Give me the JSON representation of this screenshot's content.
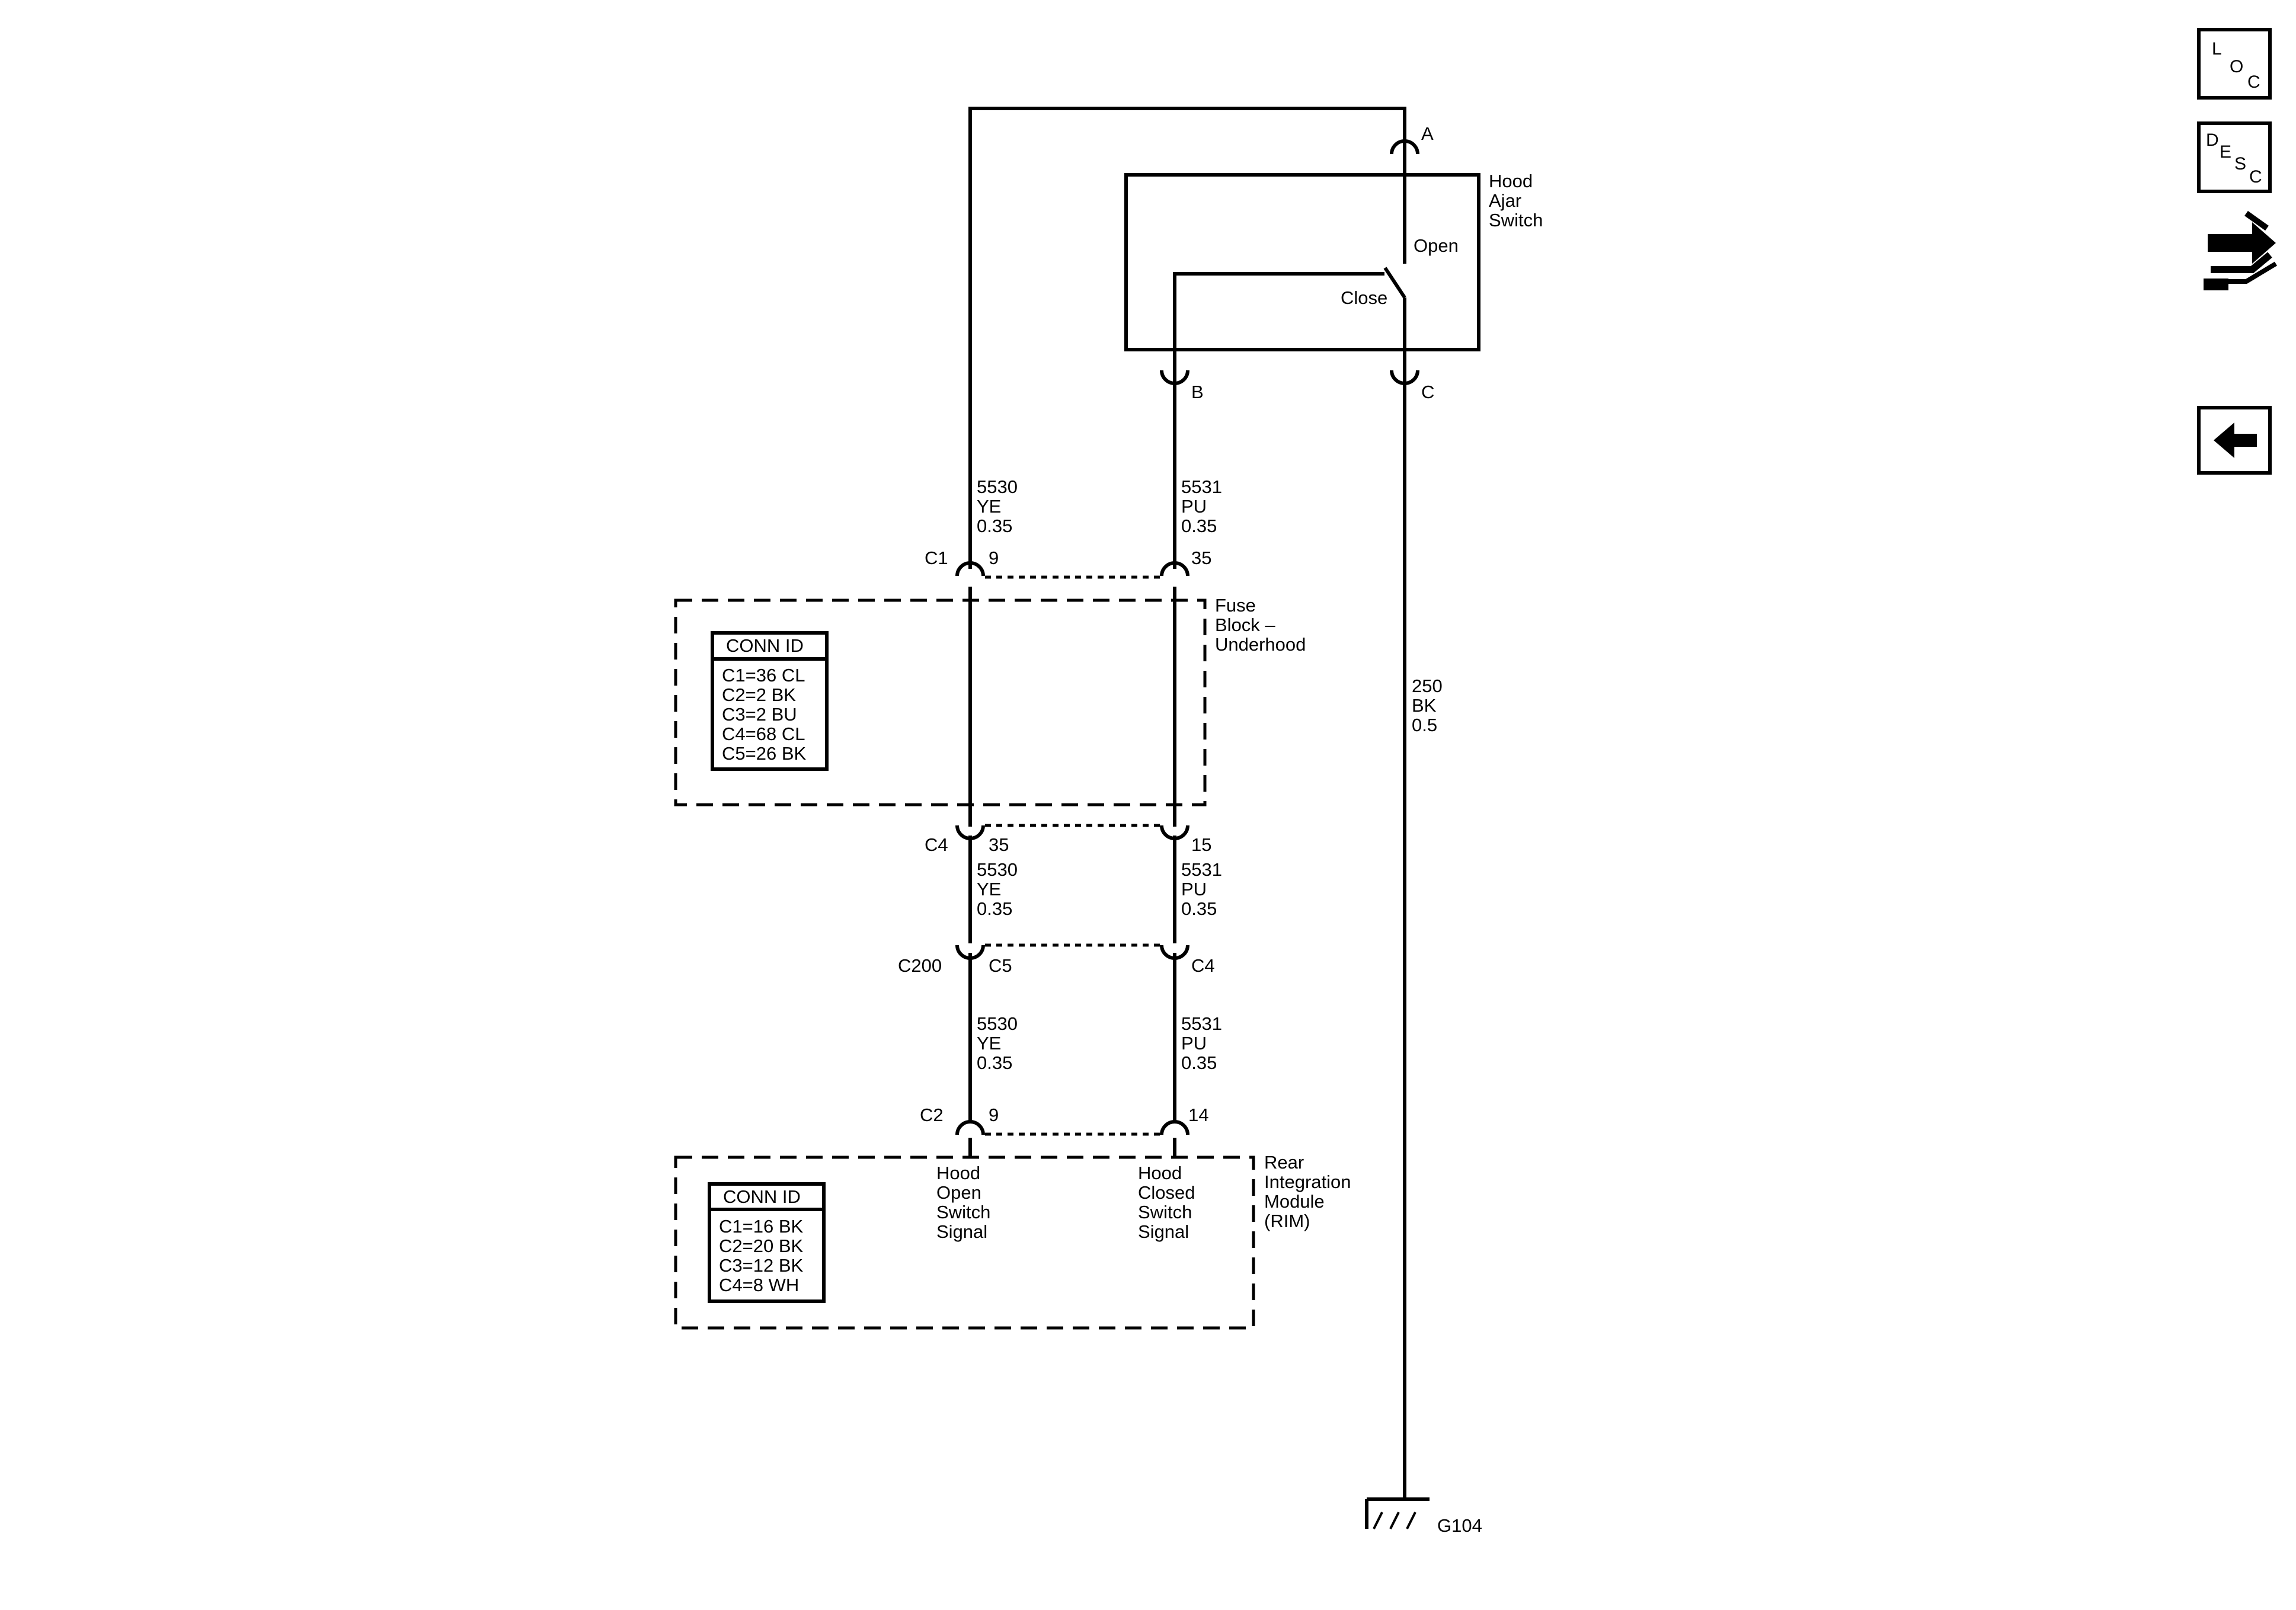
{
  "switch": {
    "name_lines": [
      "Hood",
      "Ajar",
      "Switch"
    ],
    "open_label": "Open",
    "close_label": "Close",
    "terminal_a": "A",
    "terminal_b": "B",
    "terminal_c": "C"
  },
  "wires": {
    "left_top": [
      "5530",
      "YE",
      "0.35"
    ],
    "right_top": [
      "5531",
      "PU",
      "0.35"
    ],
    "left_mid": [
      "5530",
      "YE",
      "0.35"
    ],
    "right_mid": [
      "5531",
      "PU",
      "0.35"
    ],
    "left_low": [
      "5530",
      "YE",
      "0.35"
    ],
    "right_low": [
      "5531",
      "PU",
      "0.35"
    ],
    "ground": [
      "250",
      "BK",
      "0.5"
    ]
  },
  "connectors": {
    "c1_label": "C1",
    "c1_pin_left": "9",
    "c1_pin_right": "35",
    "c4_label": "C4",
    "c4_pin_left": "35",
    "c4_pin_right": "15",
    "c200_label": "C200",
    "c200_pin_left": "C5",
    "c200_pin_right": "C4",
    "c2_label": "C2",
    "c2_pin_left": "9",
    "c2_pin_right": "14"
  },
  "fuse_block": {
    "name_lines": [
      "Fuse",
      "Block –",
      "Underhood"
    ],
    "conn_id_title": "CONN ID",
    "conn_ids": [
      "C1=36 CL",
      "C2=2 BK",
      "C3=2 BU",
      "C4=68 CL",
      "C5=26 BK"
    ]
  },
  "rim": {
    "name_lines": [
      "Rear",
      "Integration",
      "Module",
      "(RIM)"
    ],
    "conn_id_title": "CONN ID",
    "conn_ids": [
      "C1=16 BK",
      "C2=20 BK",
      "C3=12 BK",
      "C4=8 WH"
    ],
    "hood_open_lines": [
      "Hood",
      "Open",
      "Switch",
      "Signal"
    ],
    "hood_closed_lines": [
      "Hood",
      "Closed",
      "Switch",
      "Signal"
    ]
  },
  "ground": {
    "label": "G104"
  },
  "nav": {
    "loc": [
      "L",
      "O",
      "C"
    ],
    "desc": [
      "D",
      "E",
      "S",
      "C"
    ]
  }
}
